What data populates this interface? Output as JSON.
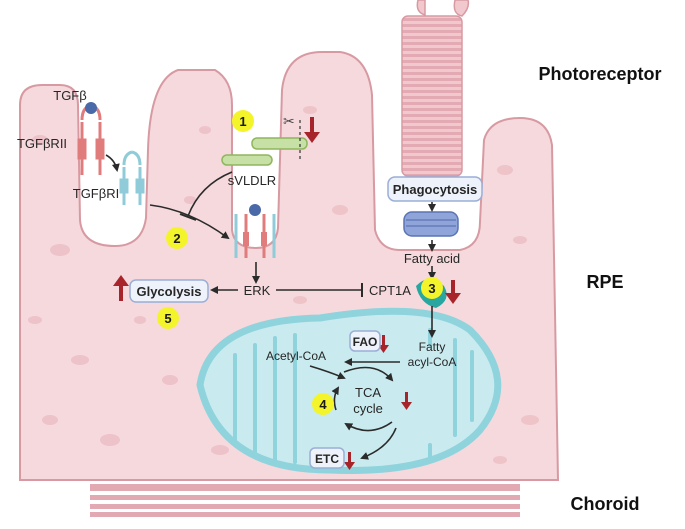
{
  "regions": {
    "photoreceptor": "Photoreceptor",
    "rpe": "RPE",
    "choroid": "Choroid"
  },
  "labels": {
    "tgfb": "TGFβ",
    "tgfbrii": "TGFβRII",
    "tgfbri": "TGFβRI",
    "svldlr": "sVLDLR",
    "phagocytosis": "Phagocytosis",
    "fatty_acid": "Fatty acid",
    "erk": "ERK",
    "cpt1a": "CPT1A",
    "glycolysis": "Glycolysis",
    "fao": "FAO",
    "fatty_acyl_coa_1": "Fatty",
    "fatty_acyl_coa_2": "acyl-CoA",
    "acetyl_coa": "Acetyl-CoA",
    "tca_1": "TCA",
    "tca_2": "cycle",
    "etc": "ETC"
  },
  "steps": [
    "1",
    "2",
    "3",
    "4",
    "5"
  ],
  "colors": {
    "tissue": "#f5d9dd",
    "tissue_edge": "#d89aa2",
    "mito_fill": "#c9eaee",
    "mito_edge": "#8fd3dd",
    "step_badge": "#f4f42a",
    "down_arrow": "#a8242b",
    "receptor": "#e07c7c",
    "receptor_alt": "#8fcbd8"
  }
}
